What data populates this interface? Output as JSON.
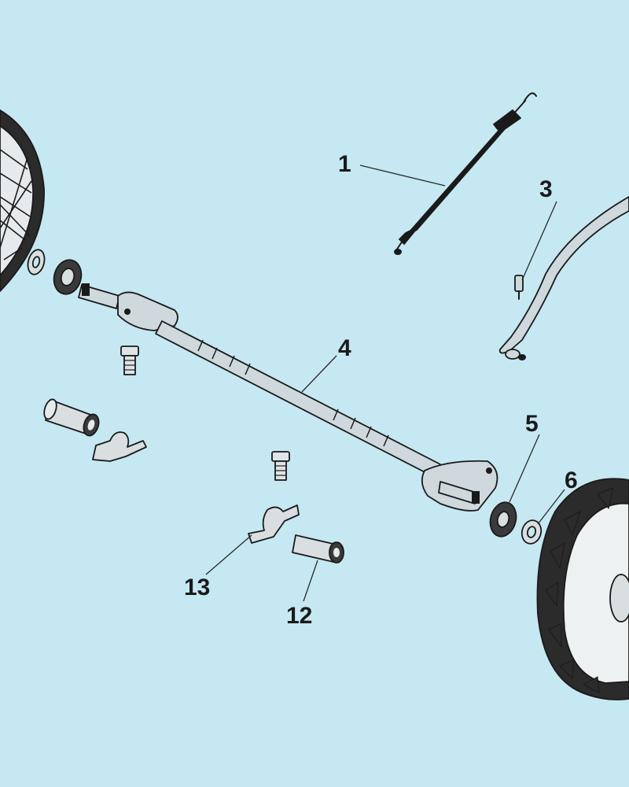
{
  "colors": {
    "background": "#c5e8f2",
    "part_fill": "#cfd8dc",
    "part_dark": "#1a1a1a",
    "tire_fill": "#eef1f2"
  },
  "callouts": [
    {
      "id": "part-1",
      "label": "1"
    },
    {
      "id": "part-3",
      "label": "3"
    },
    {
      "id": "part-4",
      "label": "4"
    },
    {
      "id": "part-5",
      "label": "5"
    },
    {
      "id": "part-6",
      "label": "6"
    },
    {
      "id": "part-12",
      "label": "12"
    },
    {
      "id": "part-13",
      "label": "13"
    }
  ]
}
